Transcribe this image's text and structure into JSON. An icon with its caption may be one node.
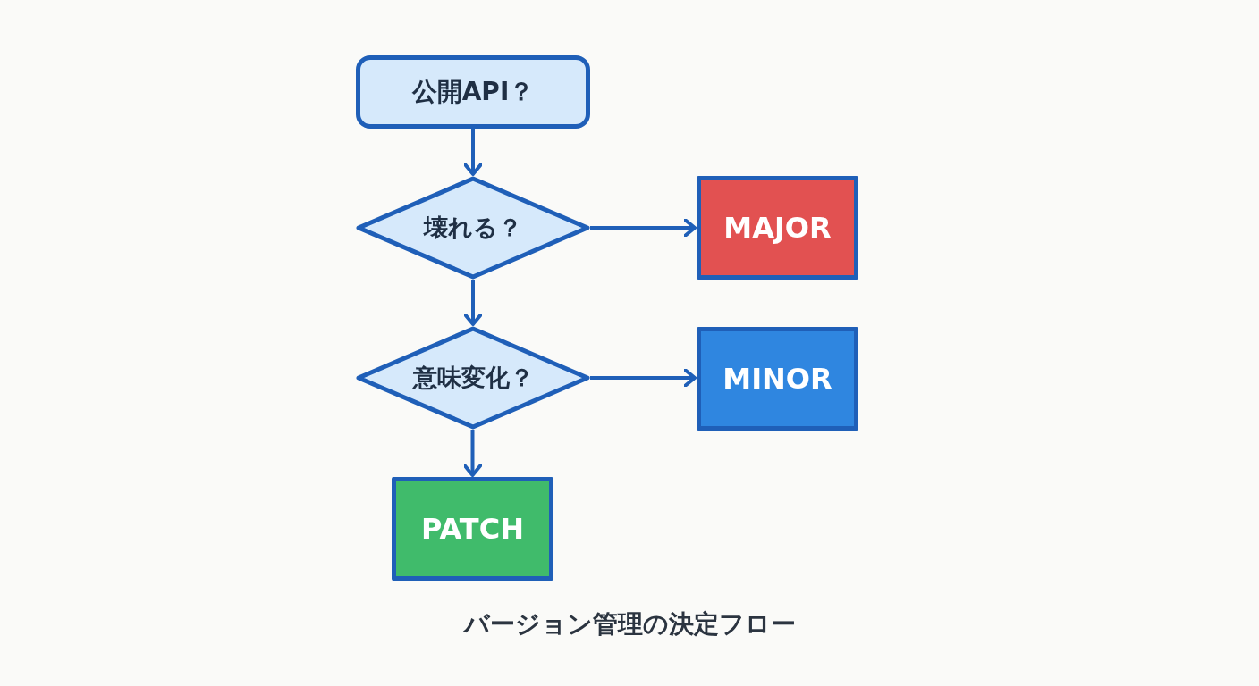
{
  "diagram": {
    "caption": "バージョン管理の決定フロー",
    "nodes": [
      {
        "text": [
          "公開API？"
        ]
      },
      {
        "text": [
          "壊れる？"
        ]
      },
      {
        "text": [
          "MAJOR"
        ]
      },
      {
        "text": [
          "意味変化？"
        ]
      },
      {
        "text": [
          "MINOR"
        ]
      },
      {
        "text": [
          "PATCH"
        ]
      }
    ],
    "edges": [
      {
        "from": 0,
        "to": 1,
        "arrow": "to"
      },
      {
        "from": 1,
        "to": 2,
        "arrow": "to"
      },
      {
        "from": 1,
        "to": 3,
        "arrow": "to"
      },
      {
        "from": 3,
        "to": 4,
        "arrow": "to"
      },
      {
        "from": 3,
        "to": 5,
        "arrow": "to"
      }
    ]
  }
}
